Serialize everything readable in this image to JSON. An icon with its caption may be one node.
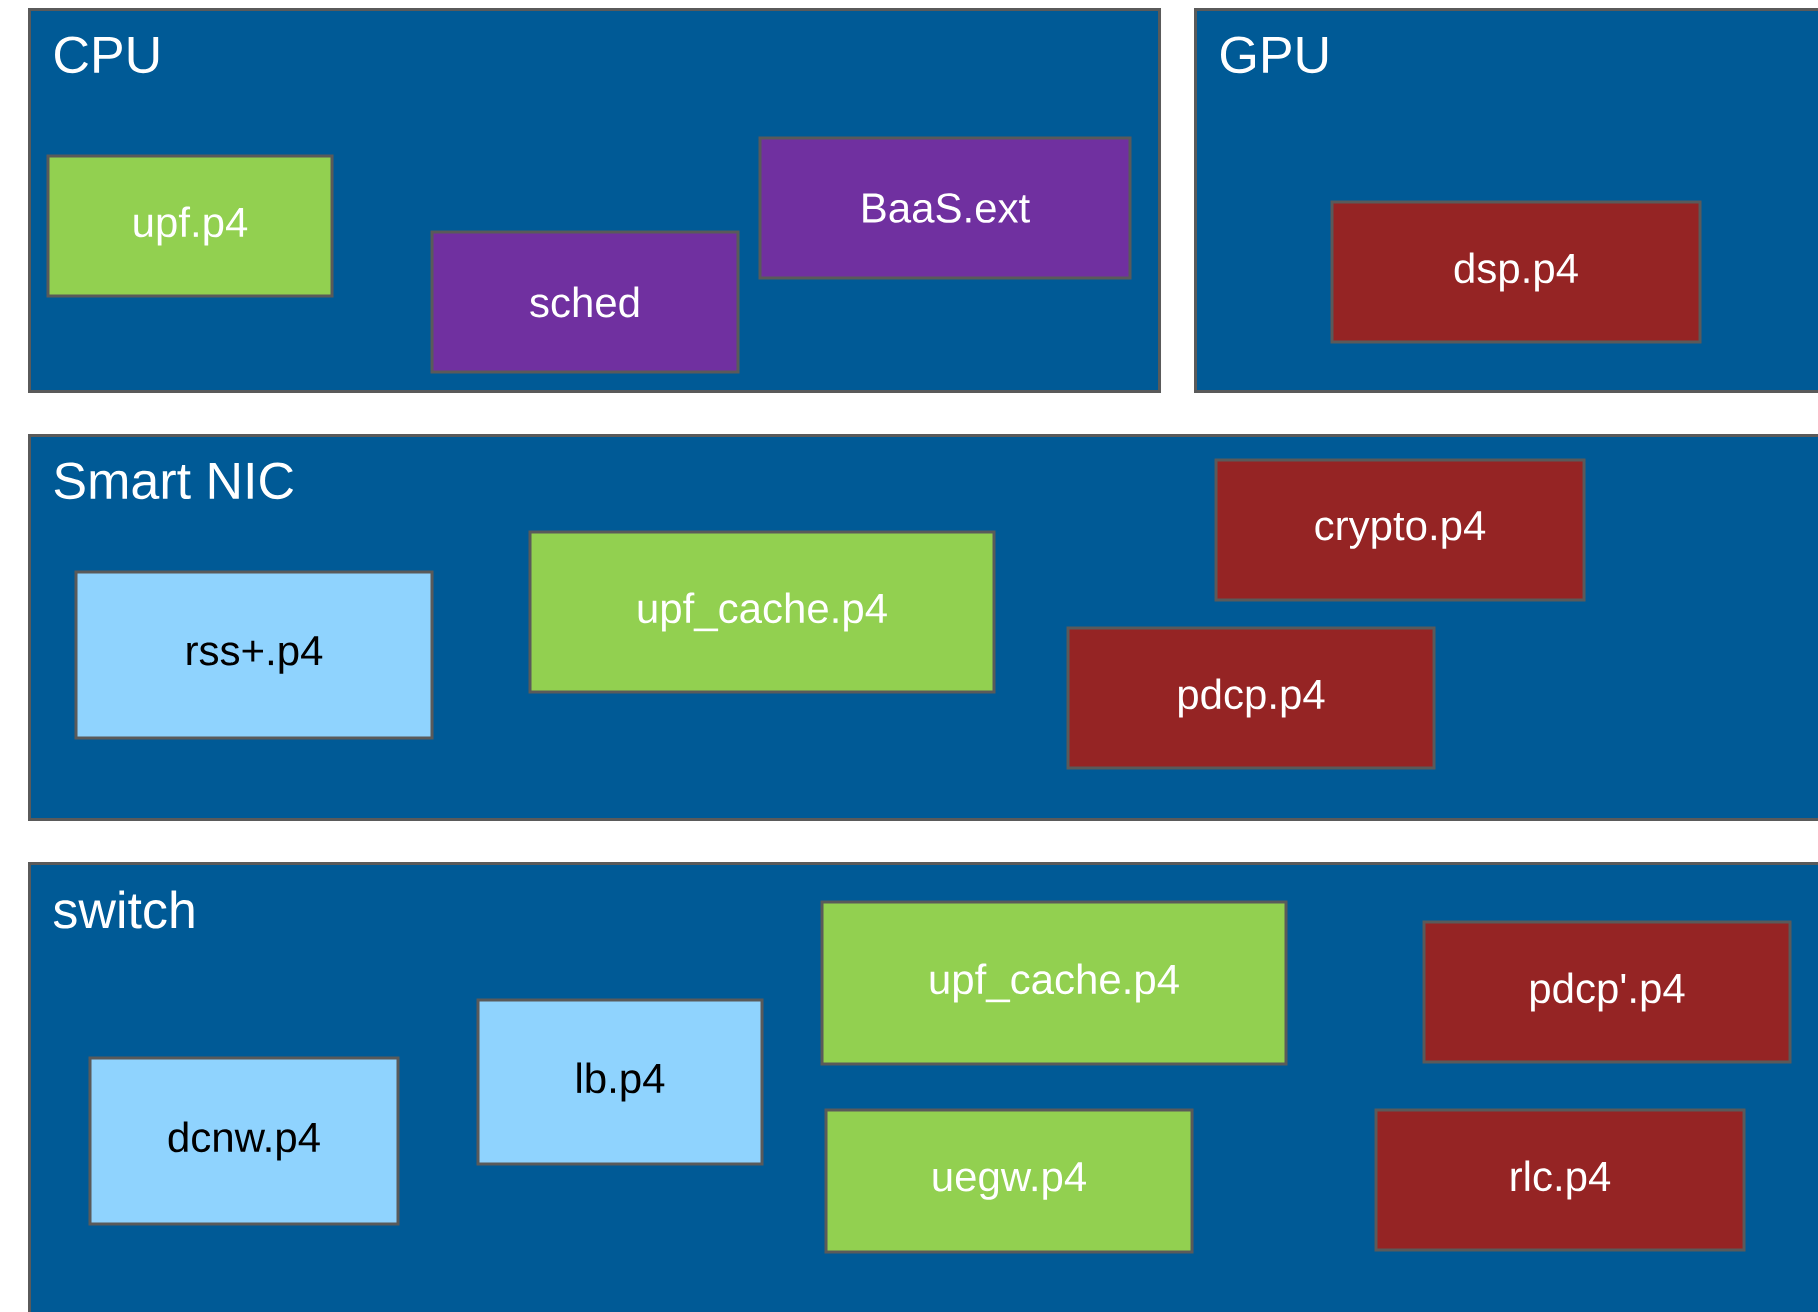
{
  "diagram": {
    "nodes": [
      {
        "text": [
          "CPU"
        ]
      },
      {
        "text": [
          "upf.p4"
        ],
        "in": 0
      },
      {
        "text": [
          "sched"
        ],
        "in": 0
      },
      {
        "text": [
          "BaaS.ext"
        ],
        "in": 0
      },
      {
        "text": [
          "GPU"
        ]
      },
      {
        "text": [
          "dsp.p4"
        ],
        "in": 4
      },
      {
        "text": [
          "Smart NIC"
        ]
      },
      {
        "text": [
          "rss+.p4"
        ],
        "in": 6
      },
      {
        "text": [
          "upf_cache.p4"
        ],
        "in": 6
      },
      {
        "text": [
          "crypto.p4"
        ],
        "in": 6
      },
      {
        "text": [
          "pdcp.p4"
        ],
        "in": 6
      },
      {
        "text": [
          "switch"
        ]
      },
      {
        "text": [
          "dcnw.p4"
        ],
        "in": 11
      },
      {
        "text": [
          "lb.p4"
        ],
        "in": 11
      },
      {
        "text": [
          "upf_cache.p4"
        ],
        "in": 11
      },
      {
        "text": [
          "uegw.p4"
        ],
        "in": 11
      },
      {
        "text": [
          "pdcp'.p4"
        ],
        "in": 11
      },
      {
        "text": [
          "rlc.p4"
        ],
        "in": 11
      }
    ]
  }
}
